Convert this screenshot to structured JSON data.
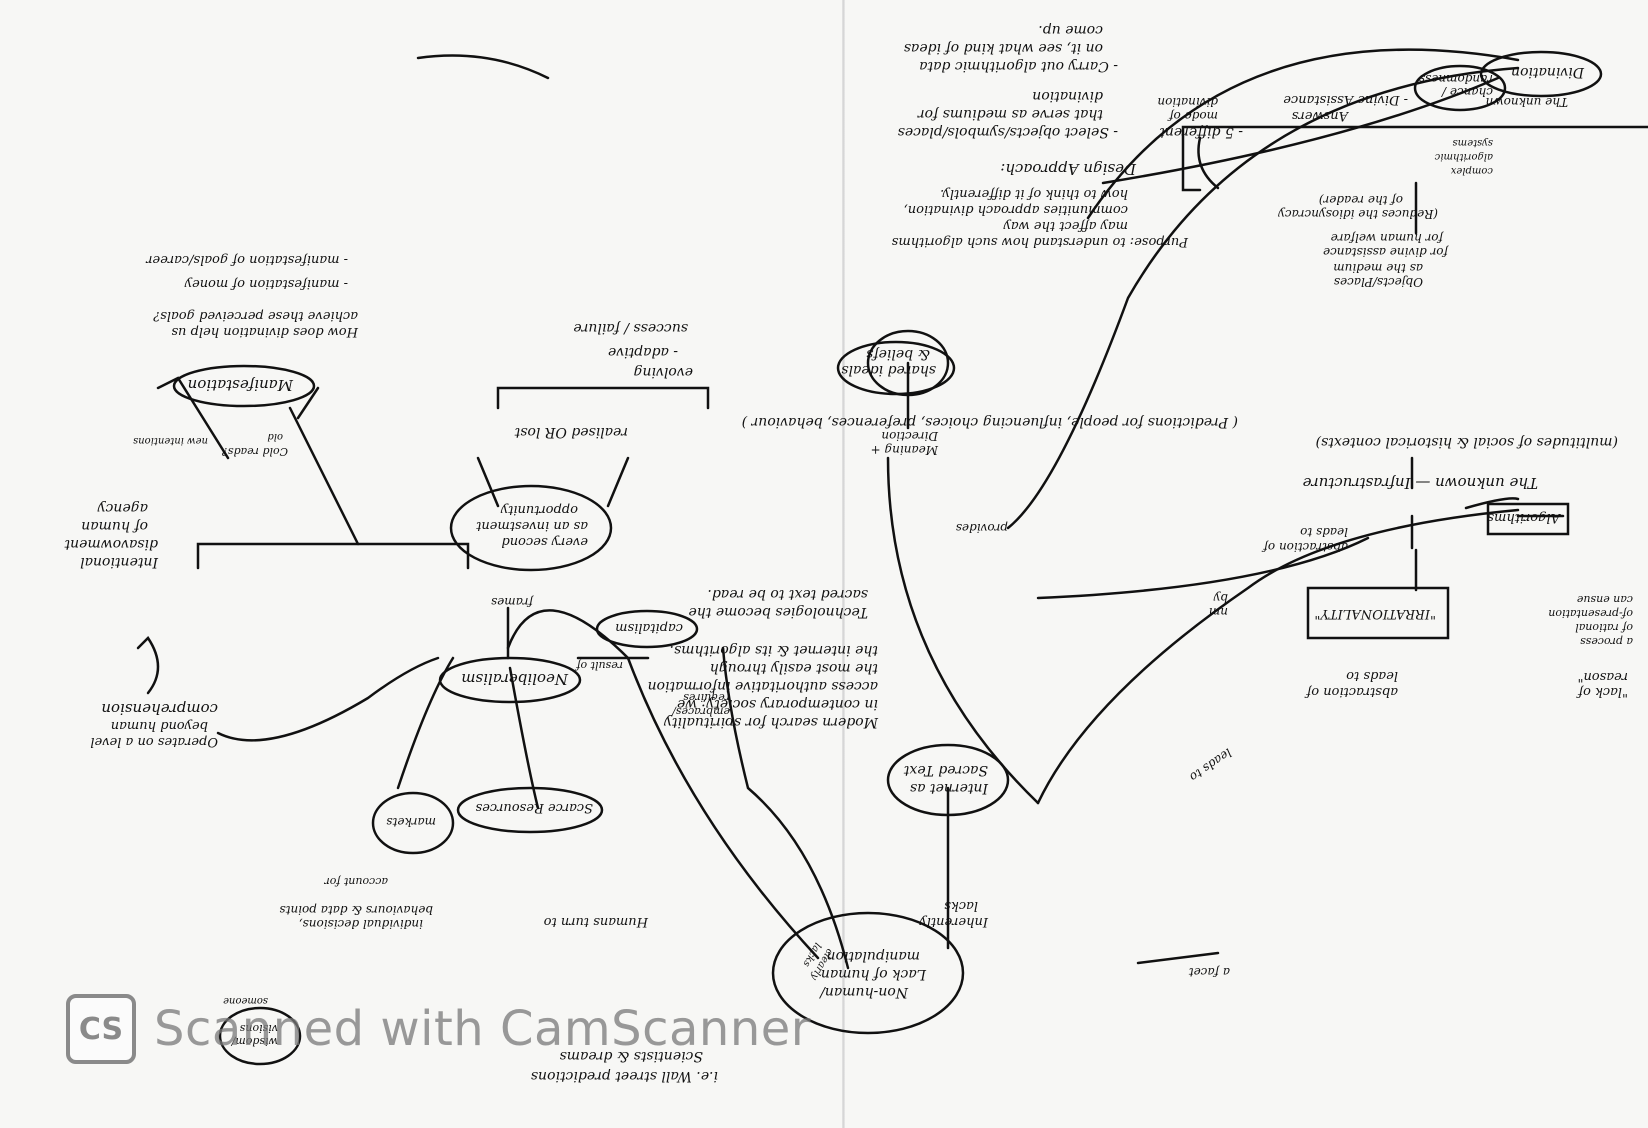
{
  "scan": {
    "watermark_logo": "CS",
    "watermark_text": "Scanned with CamScanner"
  },
  "nodes": {
    "purpose": [
      "Purpose: to understand how such algorithms",
      "may affect the way",
      "communities approach divination,",
      "how to think of it differently."
    ],
    "design_approach": "Design Approach:",
    "design_steps": [
      "- 5 different",
      "mode of",
      "divination",
      "- Select objects/symbols/places",
      "that serve as mediums for",
      "divination",
      "- Carry out algorithmic data",
      "on it, see what kind of ideas",
      "come up."
    ],
    "shared_ideals": [
      "shared ideals",
      "& beliefs"
    ],
    "meaning_direction": [
      "Meaning +",
      "Direction"
    ],
    "the_unknown": "The unknown — Infrastructure",
    "multitudes": "(multitudes of social & historical contexts)",
    "predictions": "( Predictions for people, influencing choices, preferences, behaviour )",
    "algorithms": "Algorithms",
    "abstraction_top": [
      "abstraction of",
      "leads to"
    ],
    "irrationality": "\"IRRATIONALITY\"",
    "abstraction_bottom": [
      "abstraction of",
      "leads to"
    ],
    "lack_of_reason": [
      "\"lack of",
      "reason\""
    ],
    "process_rational": [
      "a process",
      "of rational",
      "of-presentation",
      "can ensue"
    ],
    "objects_places": [
      "Objects/Places",
      "as the medium",
      "for divine assistance",
      "for human welfare",
      "(Reduces the idiosyncracy",
      "of the reader)"
    ],
    "complex_systems": [
      "complex",
      "algorithmic",
      "systems"
    ],
    "answers": [
      "Answers",
      "- Divine Assistance"
    ],
    "chance_randomness": [
      "chance /",
      "randomness"
    ],
    "divination": "Divination",
    "unknown_bottom": "The unknown",
    "nm_by": [
      "nm",
      "by"
    ],
    "leads_to": "leads to",
    "provides": "provides",
    "modern_search": [
      "Modern search for spirituality",
      "in contemporary society; we",
      "access authoritative information",
      "the most easily through",
      "the internet & its algorithms.",
      "Technologies become the",
      "sacred text to be read."
    ],
    "internet_sacred": [
      "Internet as",
      "Sacred Text"
    ],
    "inherently_lacks": [
      "Inherently",
      "lacks"
    ],
    "non_human": [
      "Non-human/",
      "Lack of human",
      "manipulation"
    ],
    "a_facet": "a facet",
    "every_second": [
      "every second",
      "as an investment",
      "opportunity"
    ],
    "frames": "frames",
    "realised_or_lost": "realised OR lost",
    "evolving": [
      "evolving",
      "- adaptive",
      "success / failure"
    ],
    "manifestation": "Manifestation",
    "how_divination": [
      "How does divination help us",
      "achieve these perceived goals?",
      "- manifestation of money",
      "- manifestation of goals/career"
    ],
    "cold_reads": [
      "Cold reads?",
      "old",
      "new intentions"
    ],
    "intentional": [
      "Intentional",
      "disavowment",
      "of human",
      "agency"
    ],
    "operates": [
      "Operates on a level",
      "beyond human",
      "comprehension"
    ],
    "neoliberalism": "Neoliberalism",
    "result_of": "result of",
    "capitalism": "capitalism",
    "embraces_requires": [
      "embraces/",
      "requires"
    ],
    "scarce_resources": "Scarce Resources",
    "markets": "markets",
    "account_for": "account for",
    "individual": [
      "individual decisions,",
      "behaviours & data points"
    ],
    "humans_turn": "Humans turn to",
    "wisdom": [
      "wisdom/",
      "visions",
      "someone"
    ],
    "clearly_lacks": [
      "clearly",
      "lacks"
    ],
    "wall_street": [
      "i.e. Wall street predictions",
      "Scientists & dreams"
    ]
  }
}
